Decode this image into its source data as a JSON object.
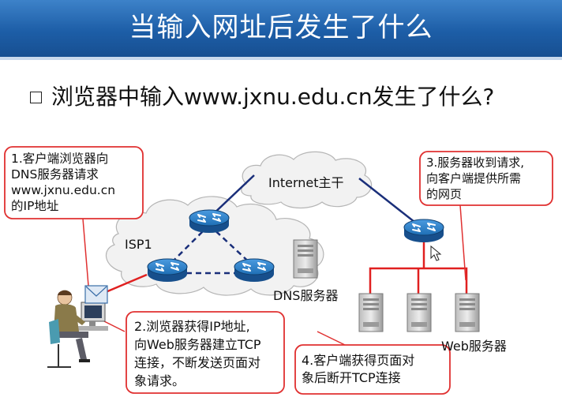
{
  "slide": {
    "title": "当输入网址后发生了什么",
    "bullet": "浏览器中输入www.jxnu.edu.cn发生了什么?"
  },
  "labels": {
    "internet": "Internet主干",
    "isp": "ISP1",
    "dns_server": "DNS服务器",
    "web_server": "Web服务器"
  },
  "callouts": {
    "step1": [
      "1.客户端浏览器向",
      "DNS服务器请求",
      "www.jxnu.edu.cn",
      "的IP地址"
    ],
    "step2": [
      "2.浏览器获得IP地址,",
      "向Web服务器建立TCP",
      "连接，不断发送页面对",
      "象请求。"
    ],
    "step3": [
      "3.服务器收到请求,",
      "向客户端提供所需",
      "的网页"
    ],
    "step4": [
      "4.客户端获得页面对",
      "象后断开TCP连接"
    ]
  },
  "colors": {
    "title_bg": "#1d5ea7",
    "callout_border": "#e03030",
    "link_red": "#e02020",
    "link_blue": "#1a2f7a",
    "router": "#1f6fb5",
    "cloud_fill": "#f2f2f2"
  }
}
